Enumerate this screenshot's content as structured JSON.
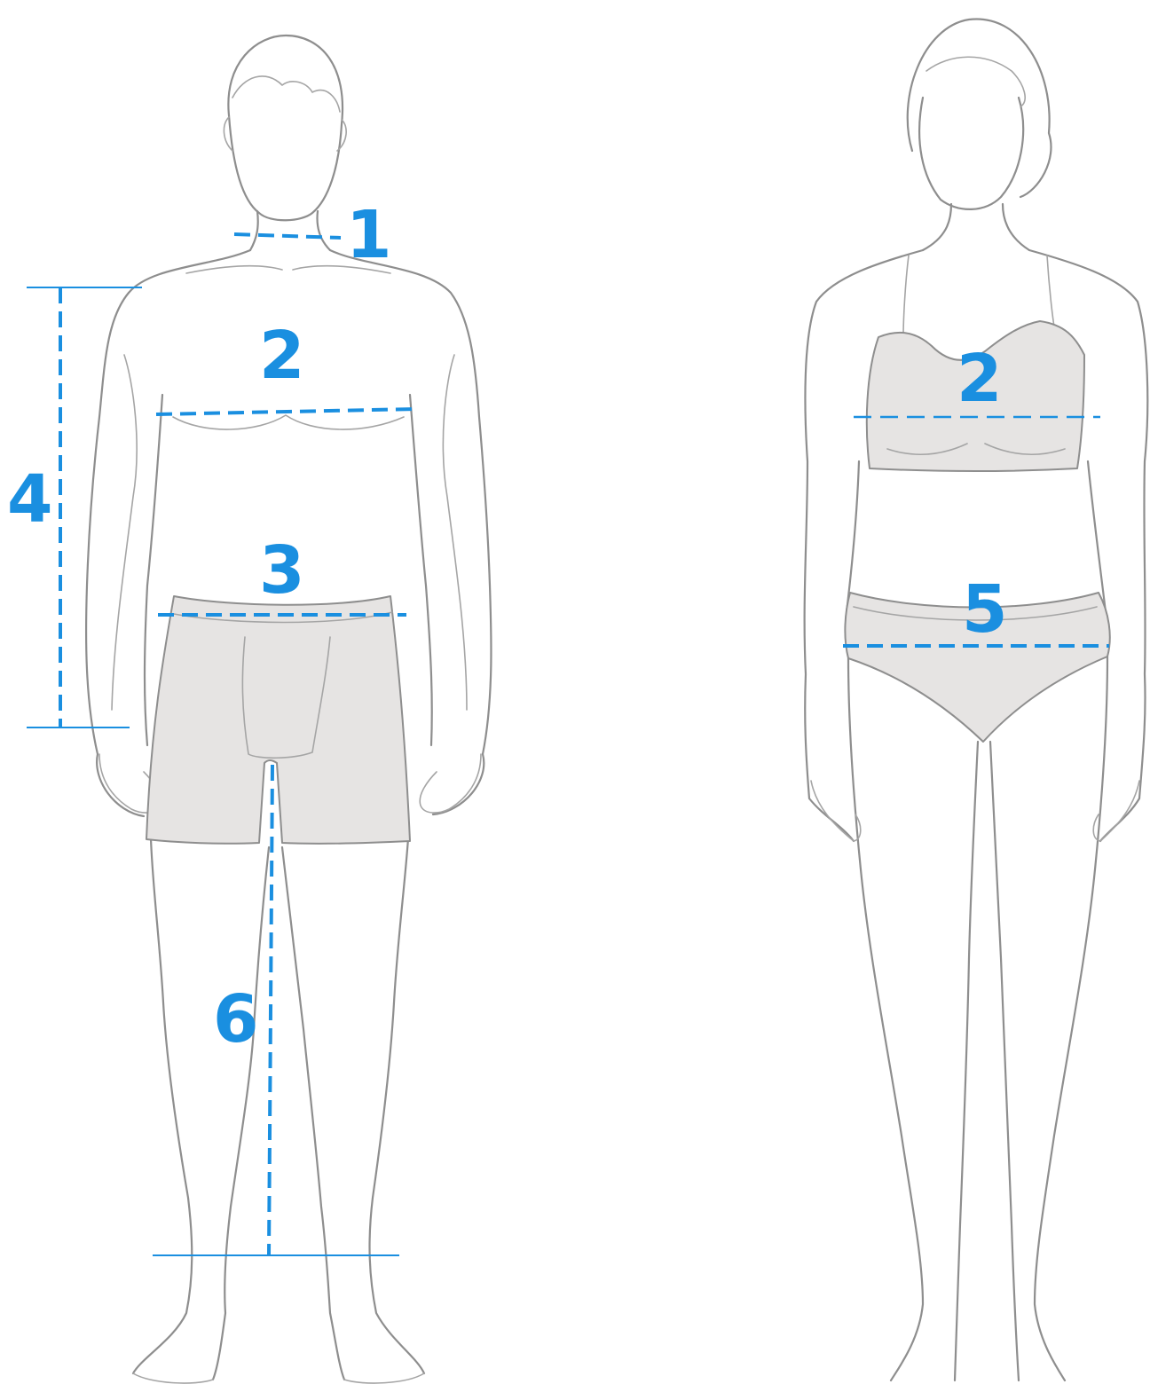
{
  "colors": {
    "accent": "#1a8fe0",
    "outline": "#8e8e8e",
    "garment": "#e6e4e3"
  },
  "labels": {
    "neck": "1",
    "chest_man": "2",
    "waist": "3",
    "sleeve": "4",
    "chest_woman": "2",
    "hip": "5",
    "inseam": "6"
  }
}
